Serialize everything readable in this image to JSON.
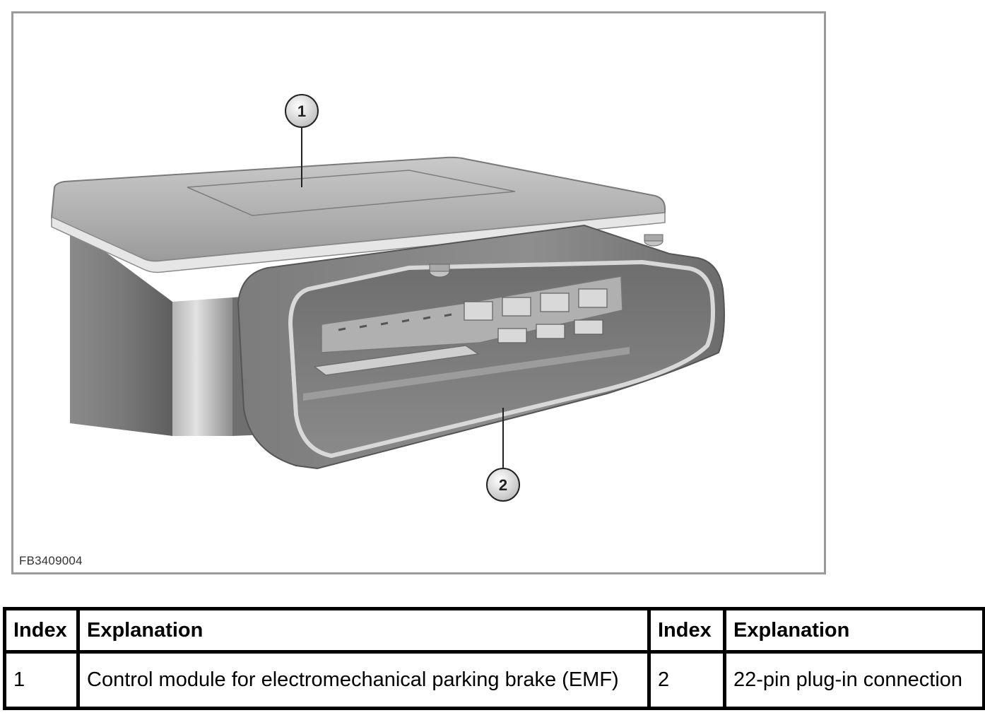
{
  "figure": {
    "code": "FB3409004",
    "callouts": [
      {
        "number": "1"
      },
      {
        "number": "2"
      }
    ]
  },
  "legend": {
    "headers": [
      "Index",
      "Explanation",
      "Index",
      "Explanation"
    ],
    "rows": [
      [
        "1",
        "Control module for electromechanical parking brake (EMF)",
        "2",
        "22-pin plug-in connection"
      ]
    ]
  }
}
